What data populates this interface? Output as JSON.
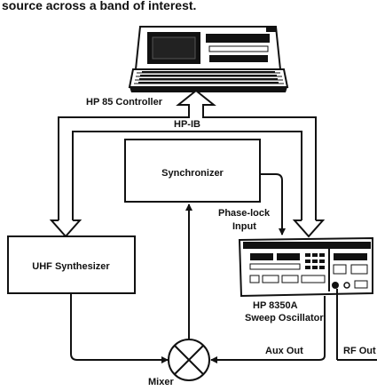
{
  "header_text": "source across a band of interest.",
  "labels": {
    "controller": "HP 85 Controller",
    "bus": "HP-IB",
    "synchronizer": "Synchronizer",
    "phase_lock_line1": "Phase-lock",
    "phase_lock_line2": "Input",
    "uhf": "UHF Synthesizer",
    "oscillator_line1": "HP 8350A",
    "oscillator_line2": "Sweep Oscillator",
    "aux_out": "Aux Out",
    "rf_out": "RF Out",
    "mixer": "Mixer"
  }
}
